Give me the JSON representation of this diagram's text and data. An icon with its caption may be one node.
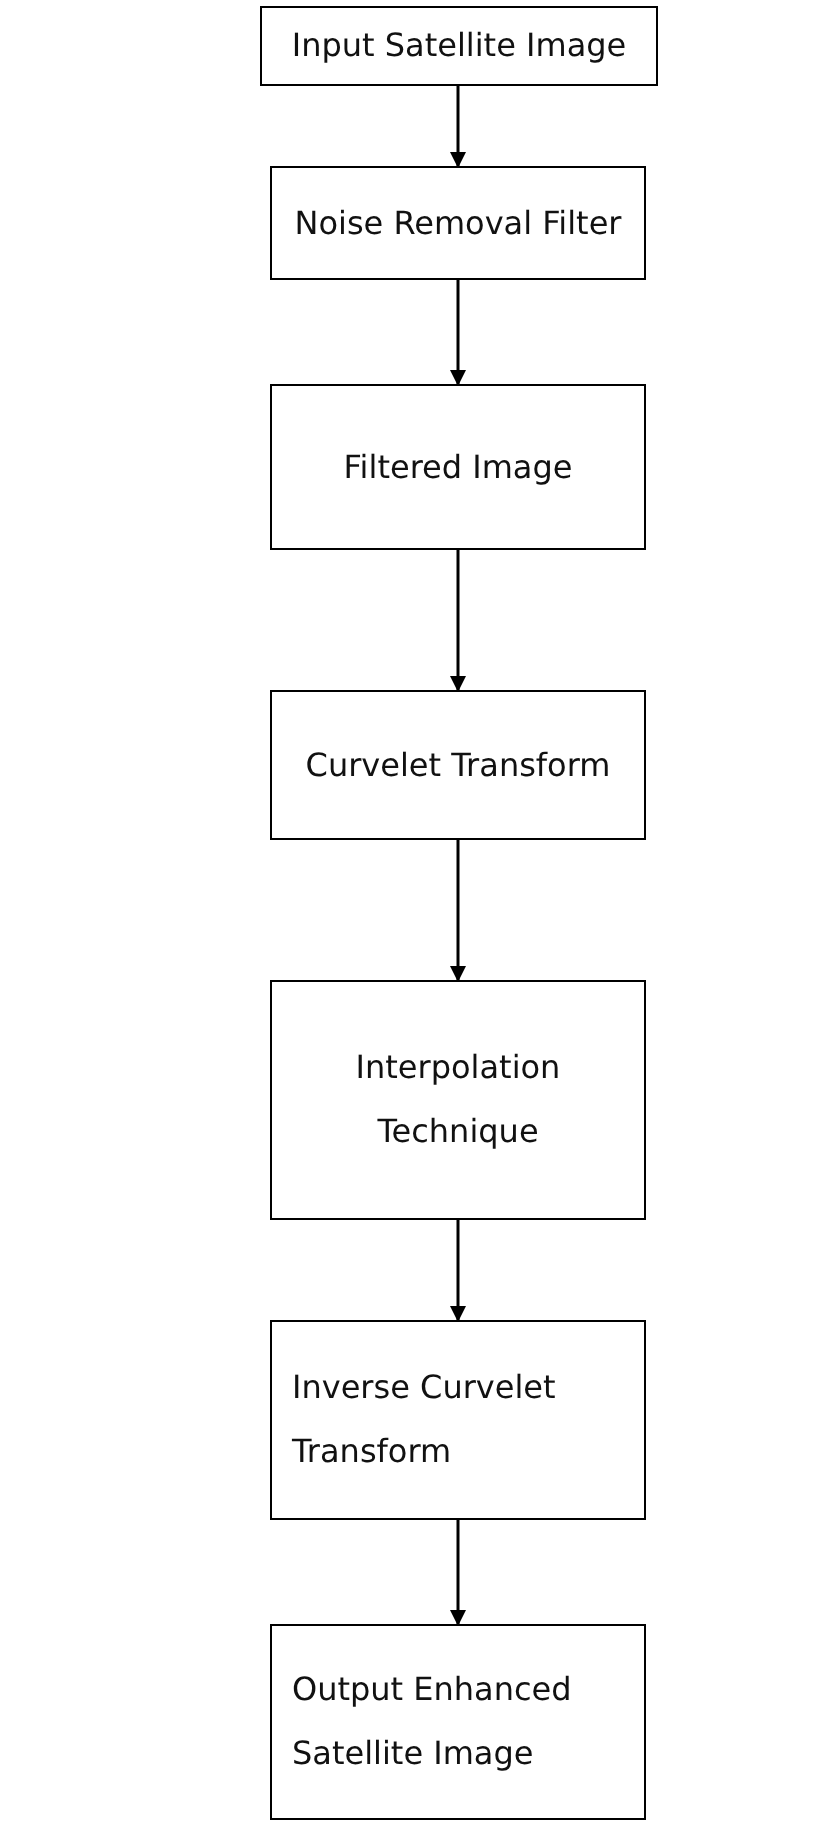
{
  "diagram": {
    "nodes": [
      {
        "text": [
          "Input Satellite Image"
        ]
      },
      {
        "text": [
          "Noise Removal Filter"
        ]
      },
      {
        "text": [
          "Filtered Image"
        ]
      },
      {
        "text": [
          "Curvelet Transform"
        ]
      },
      {
        "text": [
          "Interpolation Technique"
        ]
      },
      {
        "text": [
          "Inverse Curvelet Transform"
        ]
      },
      {
        "text": [
          "Output Enhanced Satellite Image"
        ]
      }
    ],
    "edges": [
      {
        "from": 0,
        "to": 1,
        "arrow": "to"
      },
      {
        "from": 1,
        "to": 2,
        "arrow": "to"
      },
      {
        "from": 2,
        "to": 3,
        "arrow": "to"
      },
      {
        "from": 3,
        "to": 4,
        "arrow": "to"
      },
      {
        "from": 4,
        "to": 5,
        "arrow": "to"
      },
      {
        "from": 5,
        "to": 6,
        "arrow": "to"
      }
    ]
  }
}
